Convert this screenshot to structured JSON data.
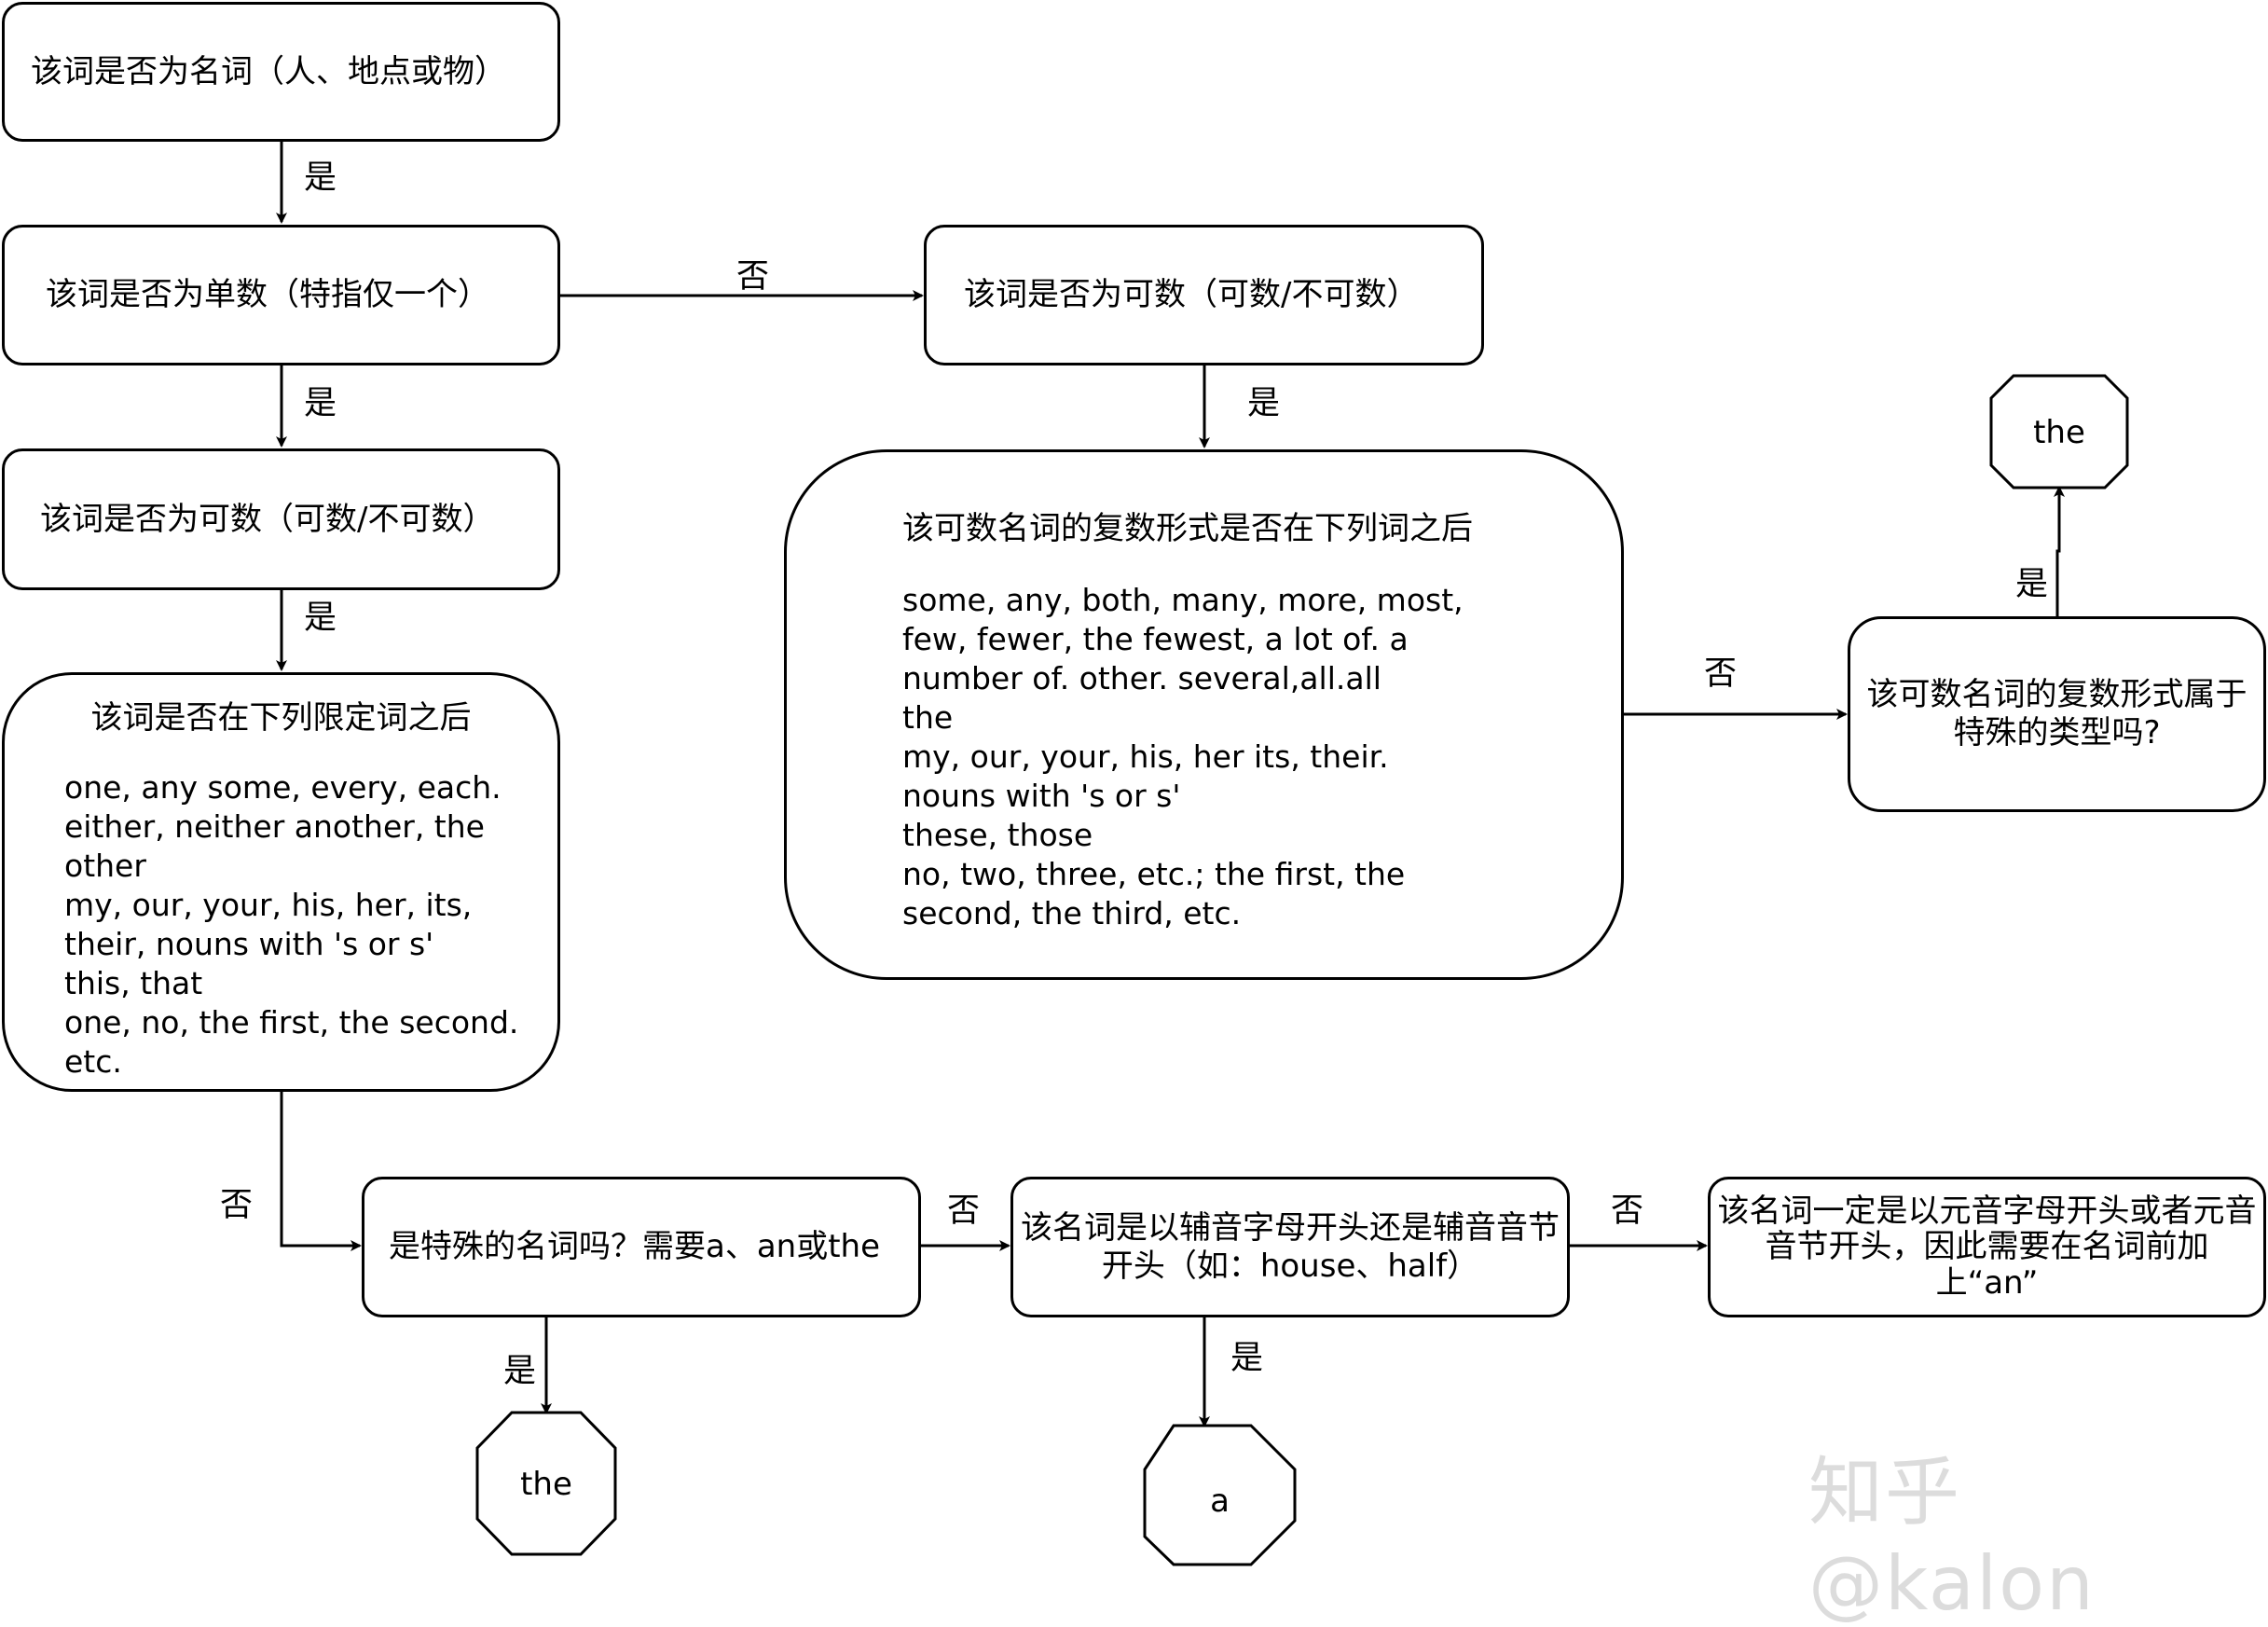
{
  "boxes": {
    "q_noun": "该词是否为名词（人、地点或物）",
    "q_singular": "该词是否为单数（特指仅一个）",
    "q_countable_left": "该词是否为可数（可数/不可数）",
    "q_countable_right": "该词是否为可数（可数/不可数）",
    "q_determiner": {
      "title": "该词是否在下列限定词之后",
      "lines": [
        "one, any some, every, each.",
        "either, neither another, the",
        "other",
        "my, our, your, his, her, its,",
        "their, nouns with 's or s'",
        "this, that",
        "one, no, the first, the second.",
        "etc."
      ]
    },
    "q_plural_after": {
      "title": "该可数名词的复数形式是否在下列词之后",
      "lines": [
        "some, any, both, many, more, most,",
        "few, fewer, the fewest, a lot of. a",
        "number of. other. several,all.all",
        "the",
        "my, our, your, his, her its, their.",
        "nouns with 's or s'",
        "these, those",
        "no, two, three, etc.; the first, the",
        "second, the third, etc."
      ]
    },
    "q_plural_special": "该可数名词的复数形式属于特殊的类型吗?",
    "q_special_noun": "是特殊的名词吗？需要a、an或the",
    "q_consonant": "该名词是以辅音字母开头还是辅音音节开头（如：house、half）",
    "r_an": "该名词一定是以元音字母开头或者元音音节开头，因此需要在名词前加上“an”"
  },
  "terminals": {
    "the_top": "the",
    "the_bottom": "the",
    "a_bottom": "a"
  },
  "edge_labels": {
    "yes": "是",
    "no": "否"
  },
  "watermark": "知乎 @kalon"
}
